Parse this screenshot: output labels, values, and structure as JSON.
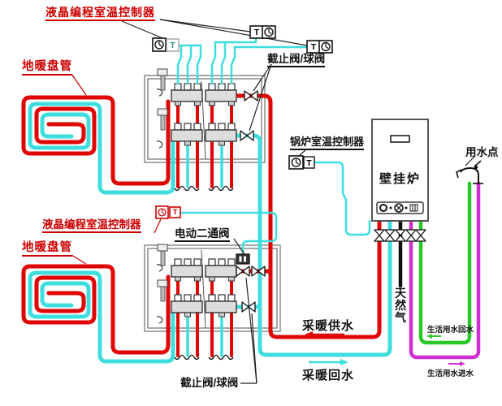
{
  "labels": {
    "thermostat_top": "液晶编程室温控制器",
    "floor_coil_top": "地暖盘管",
    "stop_valve_top": "截止阀/球阀",
    "boiler_thermostat": "锅炉室温控制器",
    "boiler": "壁挂炉",
    "water_point": "用水点",
    "thermostat_bottom": "液晶编程室温控制器",
    "electric_valve": "电动二通阀",
    "floor_coil_bottom": "地暖盘管",
    "heating_supply": "采暖供水",
    "heating_return": "采暖回水",
    "natural_gas": "天然气",
    "domestic_return": "生活用水回水",
    "domestic_inlet": "生活用水进水",
    "stop_valve_bottom": "截止阀/球阀"
  },
  "thermostats": {
    "t1": "T",
    "t2": "T",
    "t3": "T",
    "t4": "T",
    "t5": "T"
  },
  "colors": {
    "pipe_red": "#e00505",
    "pipe_cyan": "#3fdede",
    "pipe_green": "#28c828",
    "pipe_magenta": "#cf2fcf",
    "gas_black": "#111111",
    "label_red": "#cc0000",
    "cabinet_gray": "#777777"
  }
}
